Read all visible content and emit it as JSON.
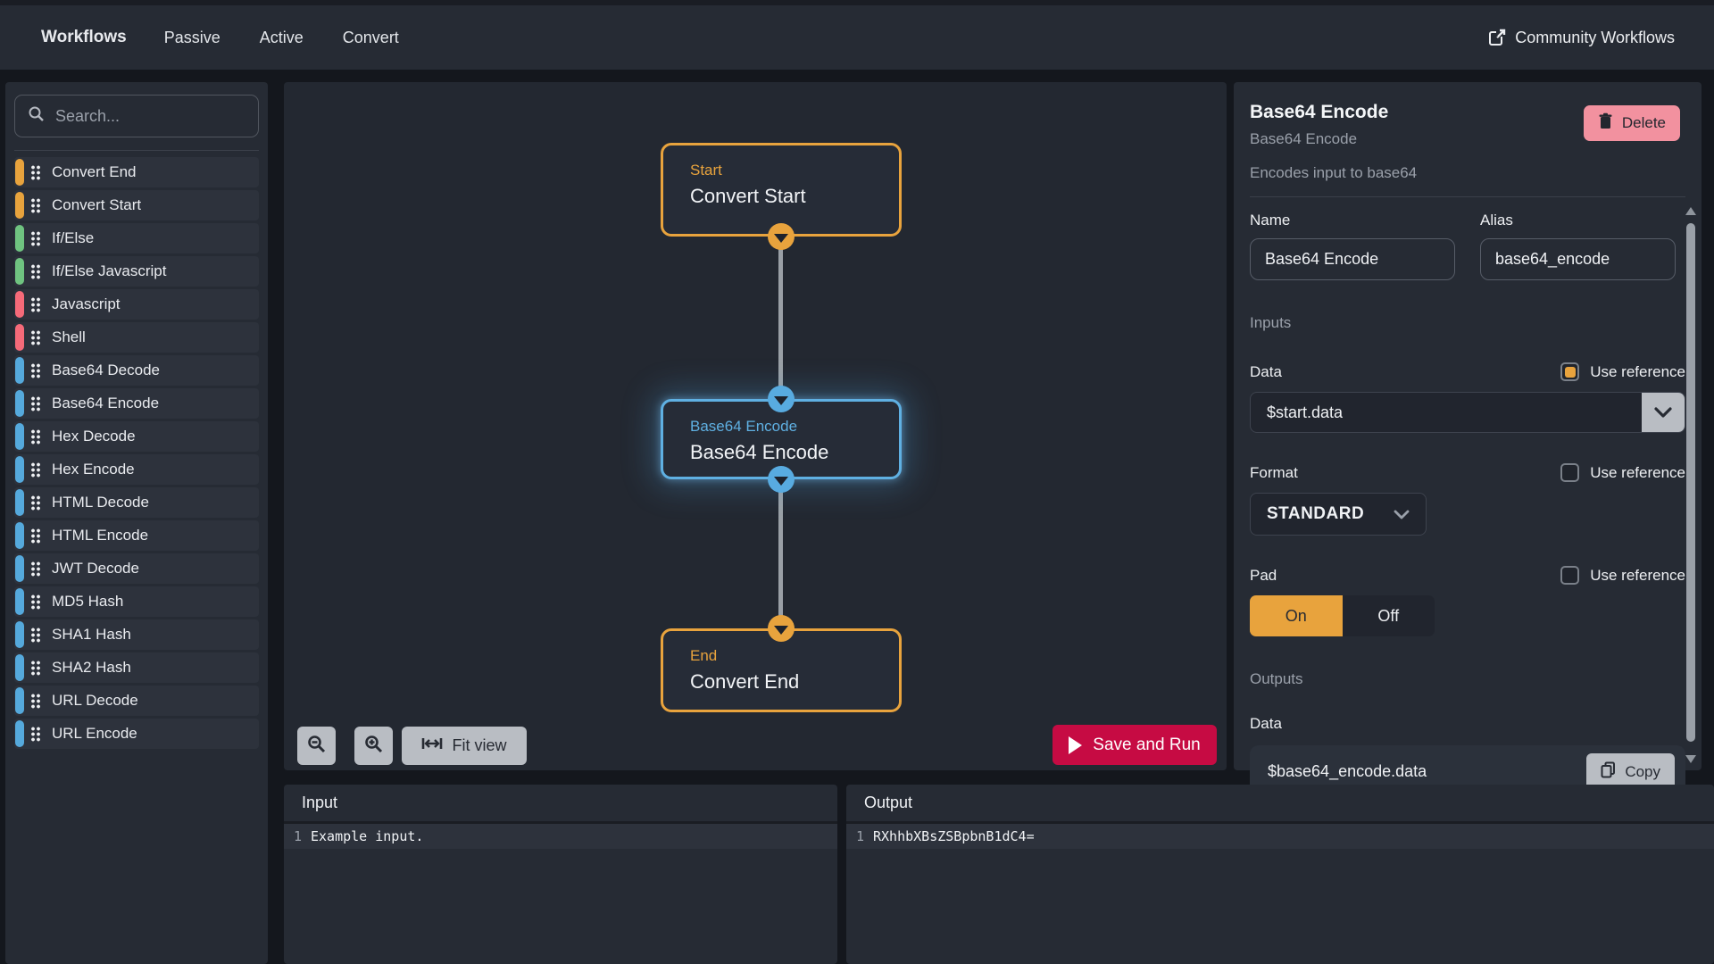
{
  "nav": {
    "title": "Workflows",
    "tabs": [
      {
        "label": "Passive"
      },
      {
        "label": "Active"
      },
      {
        "label": "Convert"
      }
    ],
    "community_link": "Community Workflows"
  },
  "sidebar": {
    "search_placeholder": "Search...",
    "items": [
      {
        "label": "Convert End",
        "color": "#e8a33d"
      },
      {
        "label": "Convert Start",
        "color": "#e8a33d"
      },
      {
        "label": "If/Else",
        "color": "#6fc380"
      },
      {
        "label": "If/Else Javascript",
        "color": "#6fc380"
      },
      {
        "label": "Javascript",
        "color": "#f56a79"
      },
      {
        "label": "Shell",
        "color": "#f56a79"
      },
      {
        "label": "Base64 Decode",
        "color": "#55a9dc"
      },
      {
        "label": "Base64 Encode",
        "color": "#55a9dc"
      },
      {
        "label": "Hex Decode",
        "color": "#55a9dc"
      },
      {
        "label": "Hex Encode",
        "color": "#55a9dc"
      },
      {
        "label": "HTML Decode",
        "color": "#55a9dc"
      },
      {
        "label": "HTML Encode",
        "color": "#55a9dc"
      },
      {
        "label": "JWT Decode",
        "color": "#55a9dc"
      },
      {
        "label": "MD5 Hash",
        "color": "#55a9dc"
      },
      {
        "label": "SHA1 Hash",
        "color": "#55a9dc"
      },
      {
        "label": "SHA2 Hash",
        "color": "#55a9dc"
      },
      {
        "label": "URL Decode",
        "color": "#55a9dc"
      },
      {
        "label": "URL Encode",
        "color": "#55a9dc"
      }
    ]
  },
  "canvas": {
    "nodes": [
      {
        "label": "Start",
        "name": "Convert Start"
      },
      {
        "label": "Base64 Encode",
        "name": "Base64 Encode"
      },
      {
        "label": "End",
        "name": "Convert End"
      }
    ],
    "toolbar": {
      "fit_view_label": "Fit view"
    },
    "run_label": "Save and Run"
  },
  "inspector": {
    "title": "Base64 Encode",
    "subtitle": "Base64 Encode",
    "description": "Encodes input to base64",
    "delete_label": "Delete",
    "name_label": "Name",
    "name_value": "Base64 Encode",
    "alias_label": "Alias",
    "alias_value": "base64_encode",
    "inputs_heading": "Inputs",
    "data_label": "Data",
    "use_reference_label": "Use reference",
    "data_value": "$start.data",
    "format_label": "Format",
    "format_value": "STANDARD",
    "pad_label": "Pad",
    "pad_on_label": "On",
    "pad_off_label": "Off",
    "outputs_heading": "Outputs",
    "output_data_label": "Data",
    "output_value": "$base64_encode.data",
    "copy_label": "Copy"
  },
  "io": {
    "input": {
      "title": "Input",
      "line_number": "1",
      "line_text": "Example input."
    },
    "output": {
      "title": "Output",
      "line_number": "1",
      "line_text": "RXhhbXBsZSBpbnB1dC4="
    }
  },
  "colors": {
    "accent_amber": "#e8a33d",
    "accent_blue": "#55a9dc",
    "accent_green": "#6fc380",
    "accent_red": "#f56a79",
    "run_red": "#c60b43",
    "delete_pink": "#f2919f"
  },
  "icons": {
    "search": "magnifier",
    "community": "external-link",
    "delete": "trash",
    "dropdown": "chevron-down",
    "zoom_out": "magnifier-minus",
    "zoom_in": "magnifier-plus",
    "fit_view": "arrows-horizontal",
    "run": "play-triangle",
    "copy": "copy-pages",
    "drag": "six-dots"
  }
}
